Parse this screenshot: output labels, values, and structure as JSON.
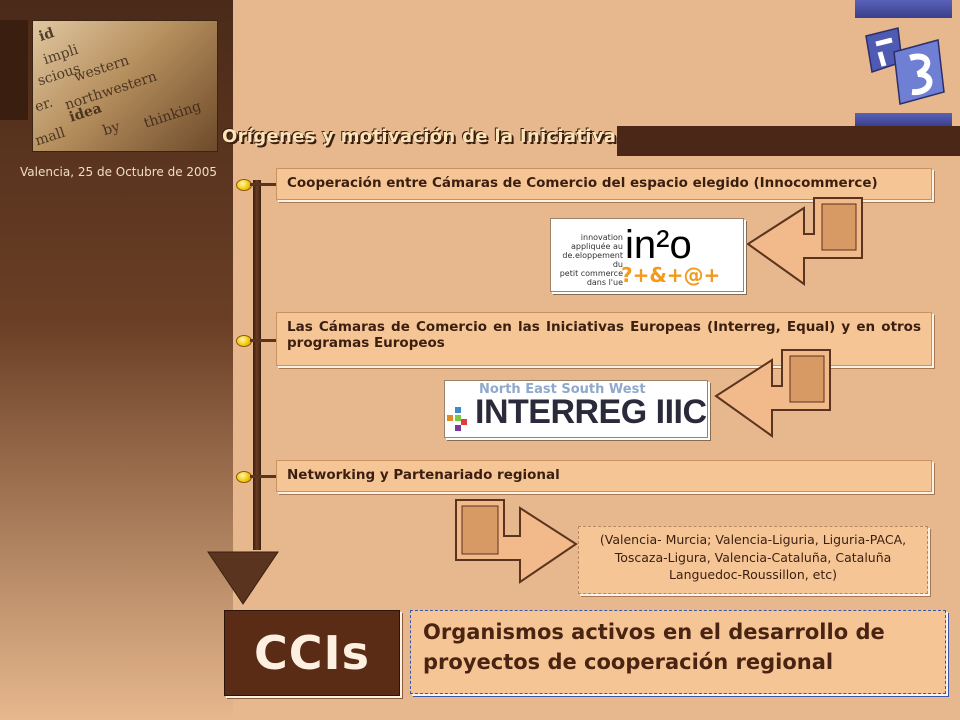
{
  "header": {
    "title": "Orígenes y motivación de la Iniciativa",
    "date": "Valencia, 25 de Octubre de 2005"
  },
  "photo_words": [
    "id",
    "impli",
    "scious",
    "western",
    "northwestern",
    "idea",
    "by",
    "thinking",
    "mall",
    "er."
  ],
  "items": [
    {
      "text": "Cooperación entre Cámaras de Comercio del espacio  elegido (Innocommerce)"
    },
    {
      "text": "Las Cámaras de Comercio en las Iniciativas Europeas (Interreg, Equal) y en otros programas Europeos"
    },
    {
      "text": "Networking y Partenariado regional"
    }
  ],
  "inno_logo": {
    "lines": [
      "innovation",
      "appliquée au",
      "de.eloppement du",
      "petit commerce",
      "dans l'ue"
    ],
    "brand": "in²o",
    "sub": "?+&+@+"
  },
  "interreg_logo": {
    "tagline": "North East South West",
    "name": "INTERREG IIIC"
  },
  "regions": {
    "text": "(Valencia- Murcia; Valencia-Liguria, Liguria-PACA, Toscaza-Ligura, Valencia-Cataluña, Cataluña Languedoc-Roussillon, etc)"
  },
  "ccis": {
    "label": "CCIs"
  },
  "conclusion": {
    "text": "Organismos activos en el desarrollo de proyectos de cooperación regional"
  },
  "colors": {
    "background": "#e7b88e",
    "dark_brown": "#4a2716",
    "accent_blue": "#3b55a8",
    "bullet": "#f3c400"
  }
}
